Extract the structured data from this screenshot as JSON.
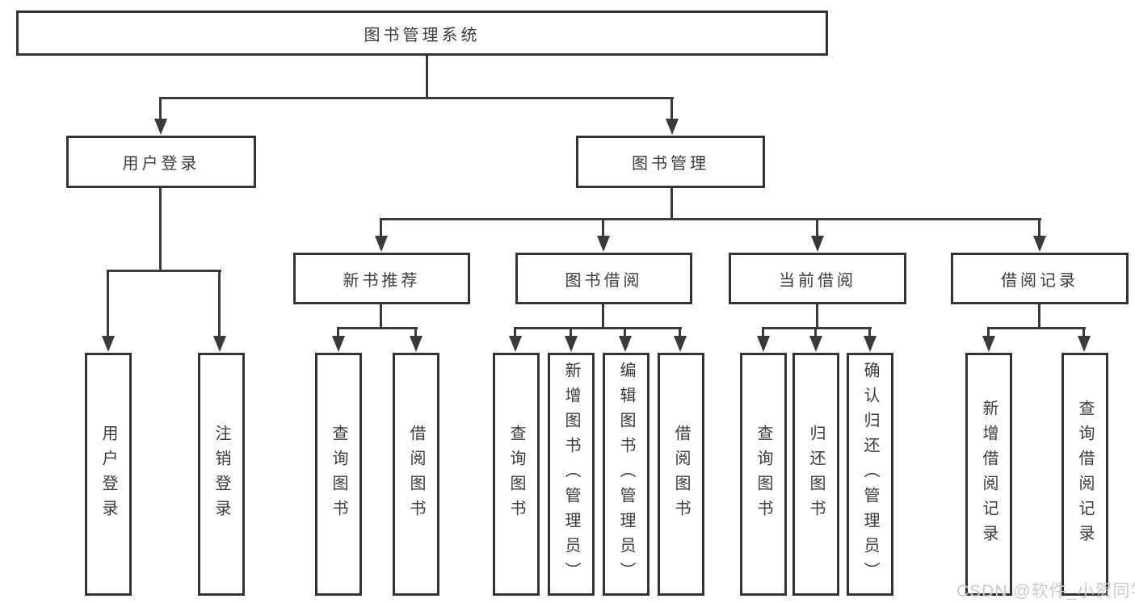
{
  "nodes": {
    "root": {
      "label": "图书管理系统"
    },
    "user_login": {
      "label": "用户登录"
    },
    "book_mgmt": {
      "label": "图书管理"
    },
    "new_books": {
      "label": "新书推荐"
    },
    "book_borrow": {
      "label": "图书借阅"
    },
    "current_borrow": {
      "label": "当前借阅"
    },
    "borrow_records": {
      "label": "借阅记录"
    },
    "leaves": {
      "login": "用户登录",
      "logout": "注销登录",
      "nb_query": "查询图书",
      "nb_borrow": "借阅图书",
      "bb_query": "查询图书",
      "bb_add": "新增图书（管理员）",
      "bb_edit": "编辑图书（管理员）",
      "bb_borrow": "借阅图书",
      "cb_query": "查询图书",
      "cb_return": "归还图书",
      "cb_confirm": "确认归还（管理员）",
      "br_add": "新增借阅记录",
      "br_query": "查询借阅记录"
    }
  },
  "hierarchy": {
    "图书管理系统": [
      "用户登录",
      "图书管理"
    ],
    "用户登录": [
      "用户登录",
      "注销登录"
    ],
    "图书管理": [
      "新书推荐",
      "图书借阅",
      "当前借阅",
      "借阅记录"
    ],
    "新书推荐": [
      "查询图书",
      "借阅图书"
    ],
    "图书借阅": [
      "查询图书",
      "新增图书（管理员）",
      "编辑图书（管理员）",
      "借阅图书"
    ],
    "当前借阅": [
      "查询图书",
      "归还图书",
      "确认归还（管理员）"
    ],
    "借阅记录": [
      "新增借阅记录",
      "查询借阅记录"
    ]
  },
  "watermark": "CSDN @软件_小贺同学",
  "colors": {
    "line": "#3a3a3a",
    "box_border": "#333333",
    "text": "#3b3b3b",
    "watermark": "#cbcbcb",
    "background": "#ffffff"
  }
}
